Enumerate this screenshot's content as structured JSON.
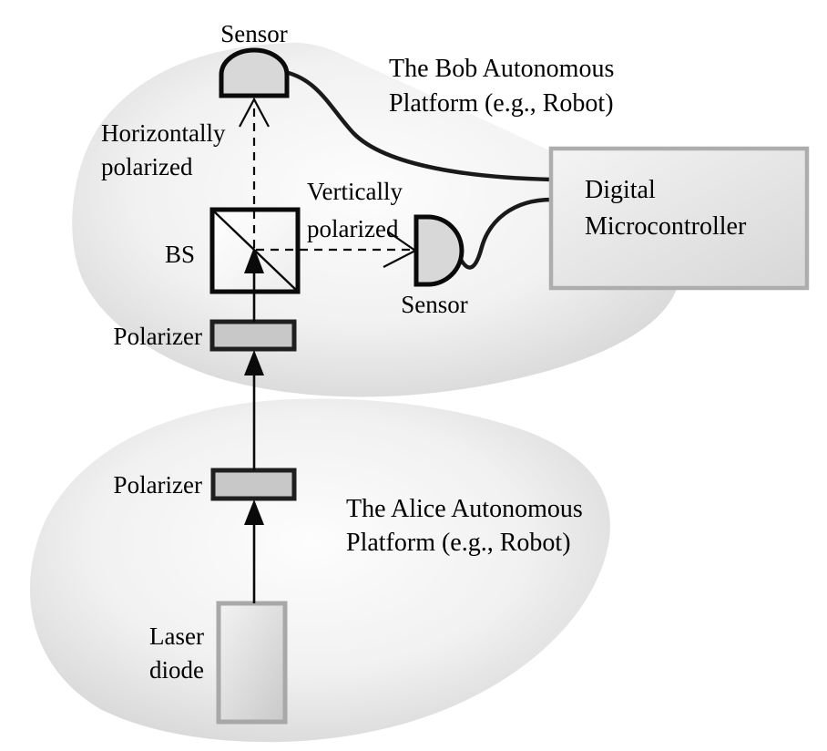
{
  "diagram": {
    "title_implicit": "Polarization-based QKD setup between two autonomous platforms",
    "labels": {
      "sensor_top": "Sensor",
      "sensor_right": "Sensor",
      "beam_splitter": "BS",
      "polarizer_upper": "Polarizer",
      "polarizer_lower": "Polarizer",
      "laser_diode": "Laser\ndiode",
      "horizontally_polarized": "Horizontally\npolarized",
      "vertically_polarized": "Vertically\npolarized",
      "bob_platform": "The Bob Autonomous\nPlatform (e.g., Robot)",
      "alice_platform": "The Alice Autonomous\nPlatform (e.g., Robot)",
      "microcontroller": "Digital\nMicrocontroller"
    },
    "colors": {
      "outline": "#0a0a0a",
      "sensor_fill": "#d8d8d8",
      "polarizer_fill": "#c8c8c8",
      "beam_splitter_fill": "#f7f7f7",
      "laser_fill_light": "#f3f3f3",
      "laser_fill_dark": "#c9c9c9",
      "box_fill_light": "#f4f4f4",
      "box_fill_dark": "#d7d7d7",
      "box_border": "#adadad",
      "blob_center": "#fdfdfd",
      "blob_edge": "#d2d2d2",
      "text": "#000000"
    }
  }
}
